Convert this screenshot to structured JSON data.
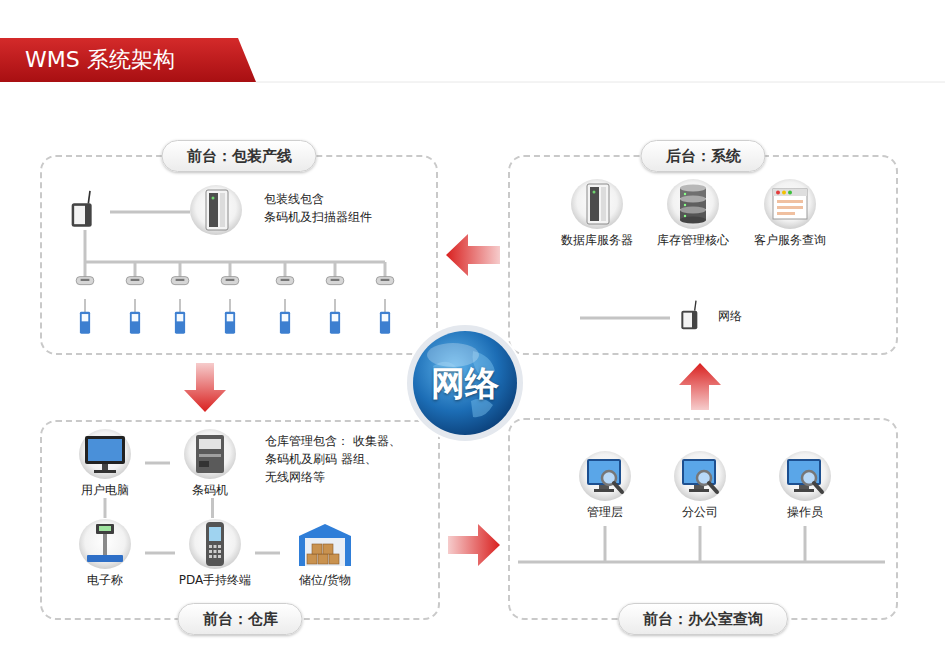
{
  "diagram": {
    "title": "WMS 系统架构",
    "nodes": [
      {
        "text": [
          "前台：包装产线"
        ]
      },
      {
        "text": [
          "后台：系统"
        ]
      },
      {
        "text": [
          "数据库服务器"
        ],
        "in": 1
      },
      {
        "text": [
          "库存管理核心"
        ],
        "in": 1
      },
      {
        "text": [
          "客户服务查询"
        ],
        "in": 1
      },
      {
        "text": [
          "网络"
        ],
        "in": 1
      },
      {
        "text": [
          "网络"
        ]
      },
      {
        "text": [
          "前台：仓库"
        ]
      },
      {
        "text": [
          "用户电脑"
        ],
        "in": 7
      },
      {
        "text": [
          "条码机"
        ],
        "in": 7
      },
      {
        "text": [
          "电子称"
        ],
        "in": 7
      },
      {
        "text": [
          "PDA手持终端"
        ],
        "in": 7
      },
      {
        "text": [
          "储位/货物"
        ],
        "in": 7
      },
      {
        "text": [
          "前台：办公室查询"
        ]
      },
      {
        "text": [
          "管理层"
        ],
        "in": 13
      },
      {
        "text": [
          "分公司"
        ],
        "in": 13
      },
      {
        "text": [
          "操作员"
        ],
        "in": 13
      }
    ],
    "edges": [
      {
        "from": 1,
        "to": 0,
        "arrow": "to"
      },
      {
        "from": 0,
        "to": 7,
        "arrow": "to"
      },
      {
        "from": 7,
        "to": 13,
        "arrow": "to"
      },
      {
        "from": 13,
        "to": 1,
        "arrow": "to"
      },
      {
        "from": 8,
        "to": 9,
        "arrow": "none"
      },
      {
        "from": 8,
        "to": 10,
        "arrow": "none"
      },
      {
        "from": 9,
        "to": 11,
        "arrow": "none"
      },
      {
        "from": 10,
        "to": 11,
        "arrow": "none"
      },
      {
        "from": 11,
        "to": 12,
        "arrow": "none"
      }
    ],
    "labels": [
      "包装线包含 条码机及扫描器组件",
      "仓库管理包含： 收集器、条码机及刷码 器组、无线网络等"
    ]
  }
}
